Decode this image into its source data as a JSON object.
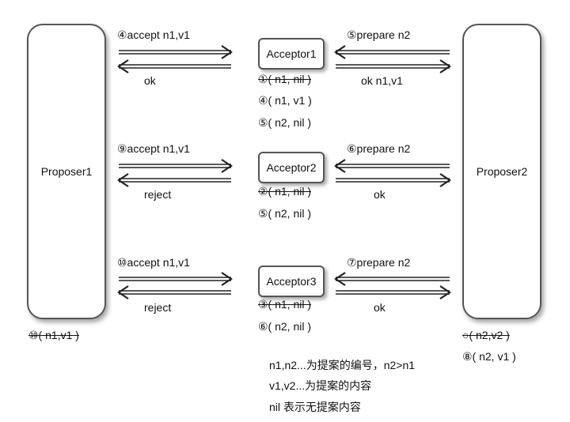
{
  "proposers": {
    "p1": {
      "label": "Proposer1",
      "state": "⑩( n1,v1 )"
    },
    "p2": {
      "label": "Proposer2",
      "state_old": "○( n2,v2 )",
      "state_new": "⑧( n2, v1 )"
    }
  },
  "rows": [
    {
      "acceptor": "Acceptor1",
      "left_request": "④accept n1,v1",
      "left_response": "ok",
      "right_request": "⑤prepare n2",
      "right_response": "ok n1,v1",
      "states": [
        "①( n1, nil )",
        "④( n1, v1 )",
        "⑤( n2, nil )"
      ]
    },
    {
      "acceptor": "Acceptor2",
      "left_request": "⑨accept n1,v1",
      "left_response": "reject",
      "right_request": "⑥prepare n2",
      "right_response": "ok",
      "states": [
        "②( n1, nil )",
        "⑤( n2, nil )"
      ]
    },
    {
      "acceptor": "Acceptor3",
      "left_request": "⑩accept n1,v1",
      "left_response": "reject",
      "right_request": "⑦prepare n2",
      "right_response": "ok",
      "states": [
        "③( n1, nil )",
        "⑥( n2, nil )"
      ]
    }
  ],
  "notes": [
    "n1,n2...为提案的编号，n2>n1",
    "v1,v2...为提案的内容",
    "nil 表示无提案内容"
  ]
}
